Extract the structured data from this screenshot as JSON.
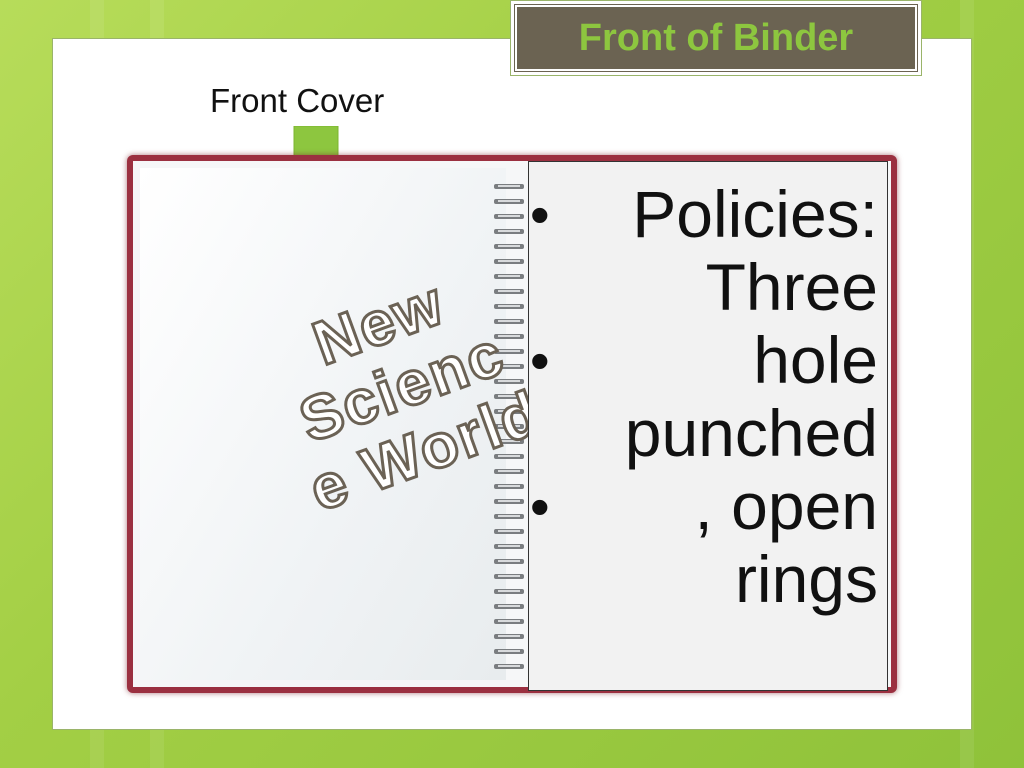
{
  "slide": {
    "title": "Front of Binder",
    "front_cover_label": "Front Cover",
    "cover_title_lines": [
      "New",
      "Scienc",
      "e World"
    ],
    "policies": {
      "bullet_symbol": "•",
      "lines": [
        "Policies:",
        "Three",
        "hole",
        "punched",
        ", open",
        "rings"
      ]
    }
  },
  "colors": {
    "background_green": "#a3cf45",
    "title_box_fill": "#6b6352",
    "title_text": "#8dc63f",
    "arrow_green": "#8dc63f",
    "binder_border": "#9b3040"
  },
  "icons": {
    "arrow": "down-arrow-icon",
    "binding": "spiral-binding-icon"
  }
}
